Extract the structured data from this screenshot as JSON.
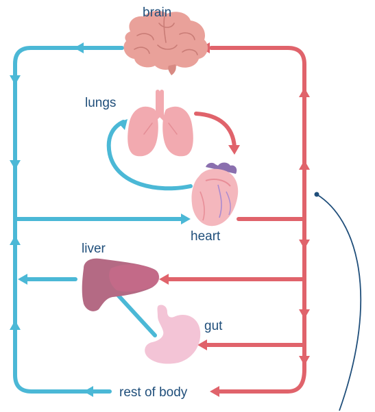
{
  "labels": {
    "brain": "brain",
    "lungs": "lungs",
    "heart": "heart",
    "liver": "liver",
    "gut": "gut",
    "rest_of_body": "rest of body"
  },
  "colors": {
    "deoxygenated_blood": "#4bb8d6",
    "oxygenated_blood": "#e0636b",
    "text": "#1f4e7a",
    "pointer_line": "#1f4e7a",
    "brain": "#e9a19a",
    "lungs": "#f2aab0",
    "heart": "#f4b7bd",
    "liver": "#b46a84",
    "gut": "#f3c4d6"
  },
  "icons": [
    "brain-icon",
    "lungs-icon",
    "heart-icon",
    "liver-icon",
    "gut-icon"
  ]
}
